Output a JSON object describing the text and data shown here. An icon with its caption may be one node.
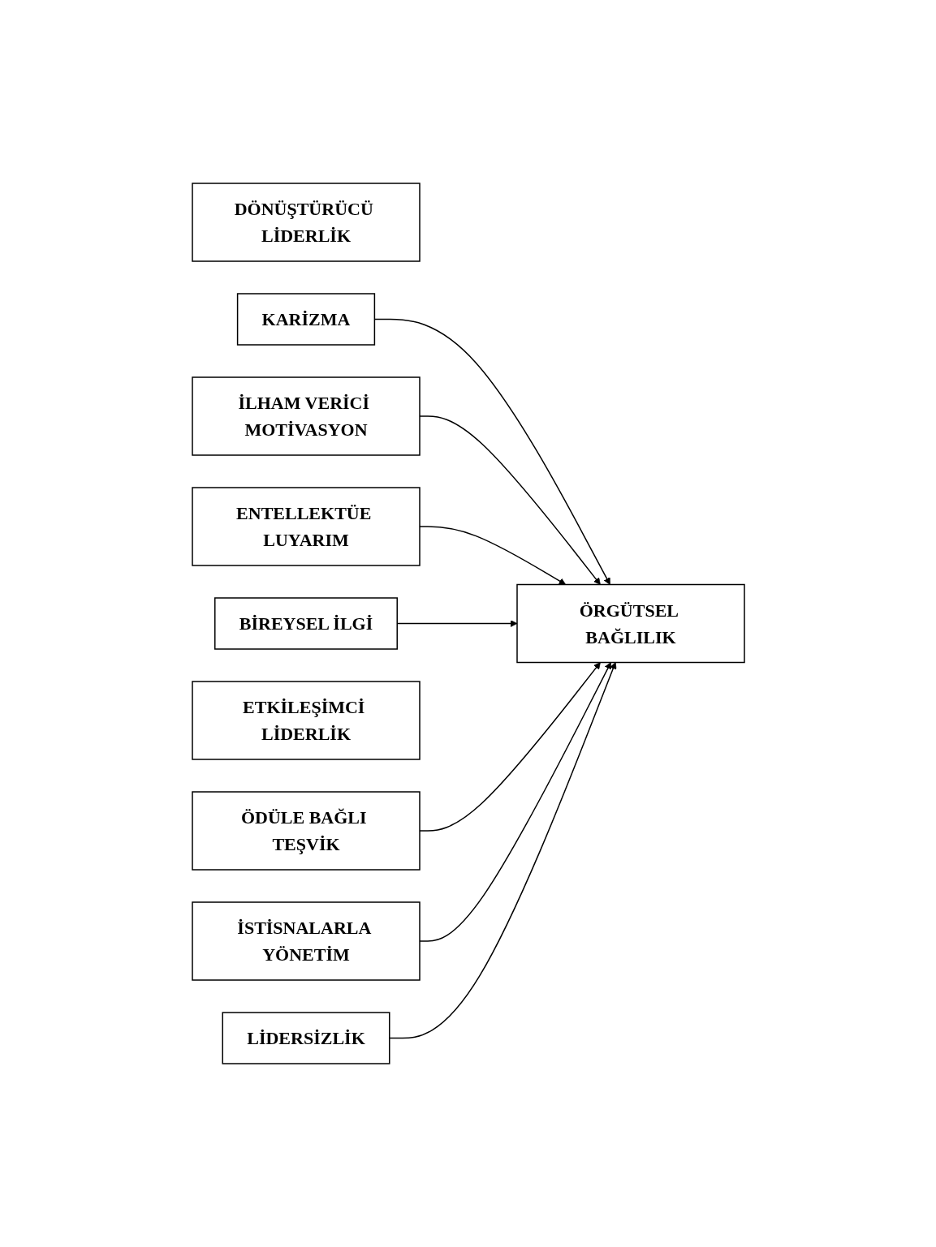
{
  "diagram": {
    "nodes": [
      {
        "text": [
          "DÖNÜŞTÜRÜCÜ LİDERLİK"
        ]
      },
      {
        "text": [
          "KARİZMA"
        ]
      },
      {
        "text": [
          "İLHAM VERİCİ MOTİVASYON"
        ]
      },
      {
        "text": [
          "ENTELLEKTÜE LUYARIM"
        ]
      },
      {
        "text": [
          "BİREYSEL İLGİ"
        ]
      },
      {
        "text": [
          "ETKİLEŞİMCİ LİDERLİK"
        ]
      },
      {
        "text": [
          "ÖDÜLE BAĞLI TEŞVİK"
        ]
      },
      {
        "text": [
          "İSTİSNALARLA YÖNETİM"
        ]
      },
      {
        "text": [
          "LİDERSİZLİK"
        ]
      },
      {
        "text": [
          "ÖRGÜTSEL BAĞLILIK"
        ]
      }
    ],
    "edges": [
      {
        "from": 1,
        "to": 9,
        "arrow": "to"
      },
      {
        "from": 2,
        "to": 9,
        "arrow": "to"
      },
      {
        "from": 3,
        "to": 9,
        "arrow": "to"
      },
      {
        "from": 4,
        "to": 9,
        "arrow": "to"
      },
      {
        "from": 6,
        "to": 9,
        "arrow": "to"
      },
      {
        "from": 7,
        "to": 9,
        "arrow": "to"
      },
      {
        "from": 8,
        "to": 9,
        "arrow": "to"
      }
    ]
  }
}
